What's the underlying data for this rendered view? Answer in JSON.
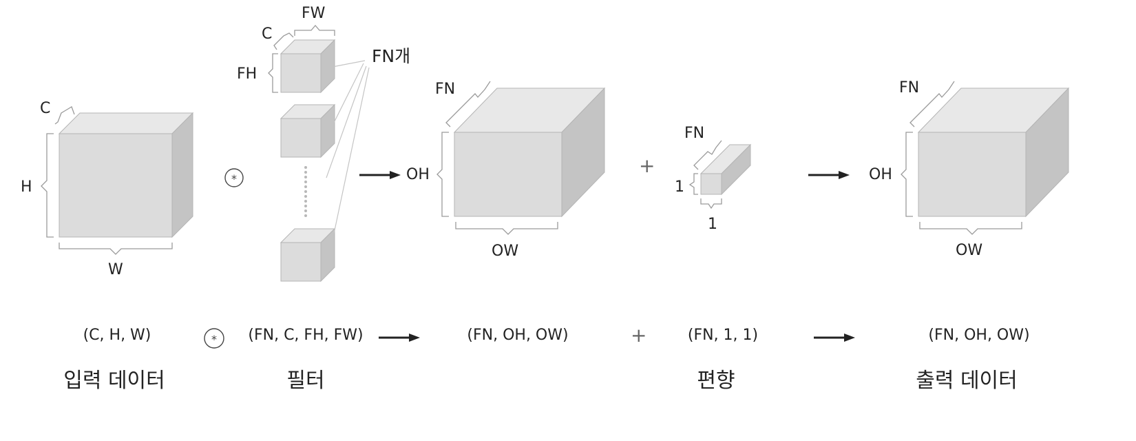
{
  "diagram": {
    "input": {
      "c": "C",
      "h": "H",
      "w": "W",
      "shape": "(C, H, W)",
      "caption": "입력 데이터"
    },
    "filter": {
      "fw": "FW",
      "c": "C",
      "fh": "FH",
      "count": "FN개",
      "shape": "(FN, C, FH, FW)",
      "caption": "필터"
    },
    "conv_out": {
      "fn": "FN",
      "oh": "OH",
      "ow": "OW",
      "shape": "(FN, OH, OW)"
    },
    "bias": {
      "fn": "FN",
      "one_h": "1",
      "one_w": "1",
      "shape": "(FN, 1, 1)",
      "caption": "편향"
    },
    "output": {
      "fn": "FN",
      "oh": "OH",
      "ow": "OW",
      "shape": "(FN, OH, OW)",
      "caption": "출력 데이터"
    },
    "operators": {
      "conv": "⊛",
      "plus": "+"
    }
  }
}
